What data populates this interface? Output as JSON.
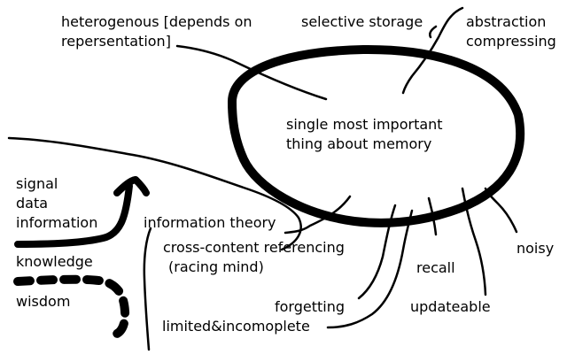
{
  "diagram": {
    "center": {
      "line1": "single most important",
      "line2": "thing about memory"
    },
    "labels": {
      "heterogenous_line1": "heterogenous [depends on",
      "heterogenous_line2": "repersentation]",
      "selective_storage": "selective storage",
      "abstraction": "abstraction",
      "compressing": "compressing",
      "information_theory": "information theory",
      "cross_content_line1": "cross-content referencing",
      "cross_content_line2": "(racing mind)",
      "limited": "limited&incomoplete",
      "forgetting": "forgetting",
      "recall": "recall",
      "updateable": "updateable",
      "noisy": "noisy"
    },
    "hierarchy": [
      "signal",
      "data",
      "information",
      "knowledge",
      "wisdom"
    ]
  }
}
